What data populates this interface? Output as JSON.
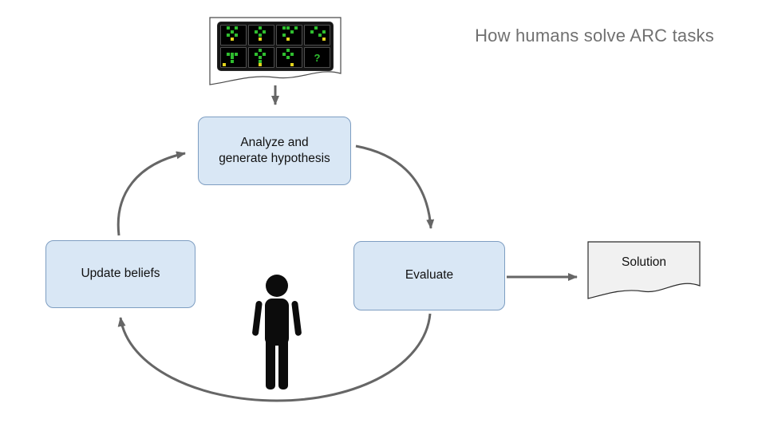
{
  "title": "How humans solve ARC tasks",
  "diagram": {
    "analyze_box": {
      "line1": "Analyze and",
      "line2": "generate hypothesis"
    },
    "update_box": {
      "label": "Update beliefs"
    },
    "evaluate_box": {
      "label": "Evaluate"
    },
    "solution_doc": {
      "label": "Solution"
    }
  },
  "arc_thumbnail": {
    "question_mark": "?",
    "green_color": "#2fbe2f",
    "yellow_color": "#e3d41d",
    "tiles": [
      {
        "green": [
          [
            1,
            0
          ],
          [
            3,
            0
          ],
          [
            2,
            1
          ],
          [
            1,
            2
          ],
          [
            3,
            2
          ]
        ],
        "yellow": [
          [
            2,
            3
          ]
        ]
      },
      {
        "green": [
          [
            2,
            0
          ],
          [
            1,
            1
          ],
          [
            3,
            1
          ],
          [
            2,
            2
          ]
        ],
        "yellow": [
          [
            2,
            3
          ]
        ]
      },
      {
        "green": [
          [
            1,
            0
          ],
          [
            2,
            0
          ],
          [
            4,
            0
          ],
          [
            3,
            1
          ],
          [
            1,
            2
          ]
        ],
        "yellow": [
          [
            2,
            3
          ]
        ]
      },
      {
        "green": [
          [
            2,
            0
          ],
          [
            1,
            1
          ],
          [
            4,
            1
          ],
          [
            3,
            2
          ]
        ],
        "yellow": [
          [
            4,
            3
          ]
        ]
      },
      {
        "green": [
          [
            1,
            1
          ],
          [
            2,
            1
          ],
          [
            3,
            1
          ],
          [
            2,
            2
          ],
          [
            2,
            3
          ]
        ],
        "yellow": [
          [
            0,
            4
          ]
        ]
      },
      {
        "green": [
          [
            2,
            0
          ],
          [
            1,
            1
          ],
          [
            3,
            1
          ],
          [
            2,
            2
          ],
          [
            2,
            3
          ]
        ],
        "yellow": [
          [
            2,
            4
          ]
        ]
      },
      {
        "green": [
          [
            2,
            0
          ],
          [
            1,
            1
          ],
          [
            3,
            1
          ],
          [
            2,
            2
          ]
        ],
        "yellow": [
          [
            3,
            4
          ]
        ]
      },
      {
        "question": true
      }
    ]
  },
  "colors": {
    "node_fill": "#d9e7f5",
    "node_border": "#7e9ec2",
    "arrow": "#666666",
    "title_text": "#707070",
    "doc_fill": "#f1f1f1",
    "person": "#0c0c0c"
  }
}
